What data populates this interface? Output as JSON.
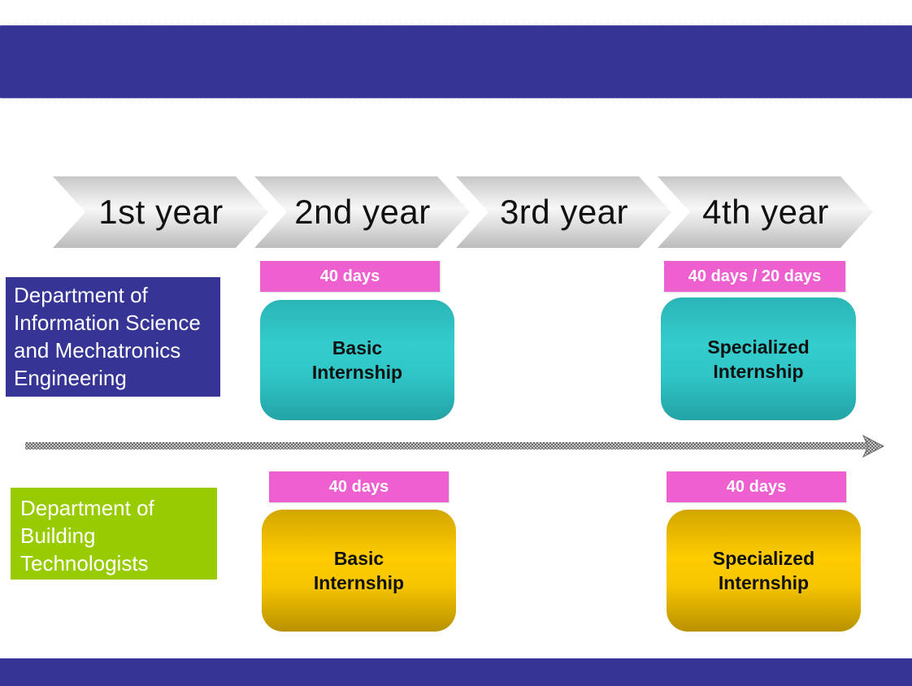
{
  "colors": {
    "band": "#363596",
    "dept_it": "#363596",
    "dept_building": "#99cc00",
    "days_tag": "#ee5fd0",
    "box_teal": "#34cccd",
    "box_gold": "#ffcc00"
  },
  "years": [
    "1st year",
    "2nd year",
    "3rd year",
    "4th year"
  ],
  "departments": [
    {
      "name_lines": [
        "Department of",
        "Information Science",
        "and Mechatronics",
        "Engineering"
      ],
      "basic": {
        "days": "40 days",
        "lines": [
          "Basic",
          "Internship"
        ]
      },
      "specialized": {
        "days": "40 days / 20 days",
        "lines": [
          "Specialized",
          "Internship"
        ]
      }
    },
    {
      "name_lines": [
        "Department of",
        "Building",
        "Technologists"
      ],
      "basic": {
        "days": "40 days",
        "lines": [
          "Basic",
          "Internship"
        ]
      },
      "specialized": {
        "days": "40 days",
        "lines": [
          "Specialized",
          "Internship"
        ]
      }
    }
  ]
}
